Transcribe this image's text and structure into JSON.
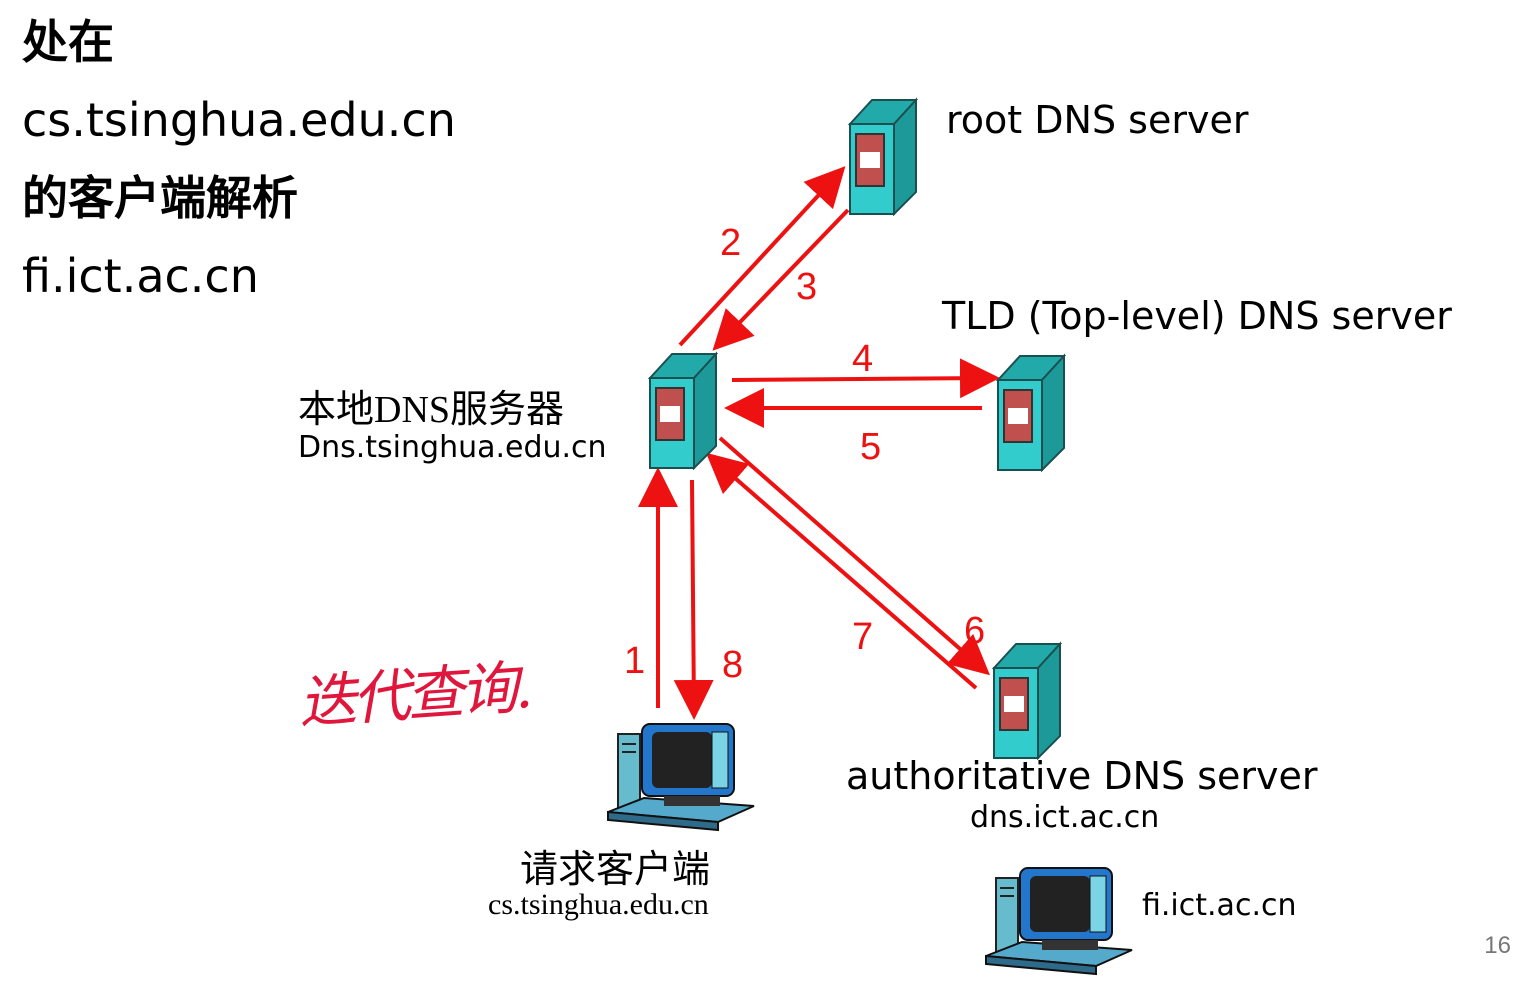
{
  "title": {
    "line1": "处在",
    "line2": "cs.tsinghua.edu.cn",
    "line3": "的客户端解析",
    "line4": "fi.ict.ac.cn"
  },
  "nodes": {
    "root": {
      "label": "root DNS server"
    },
    "tld": {
      "label": "TLD (Top-level) DNS server"
    },
    "local": {
      "label": "本地DNS服务器",
      "host": "Dns.tsinghua.edu.cn"
    },
    "authoritative": {
      "label": "authoritative DNS server",
      "host": "dns.ict.ac.cn"
    },
    "client": {
      "label": "请求客户端",
      "host": "cs.tsinghua.edu.cn"
    },
    "target": {
      "host": "fi.ict.ac.cn"
    }
  },
  "steps": [
    "1",
    "2",
    "3",
    "4",
    "5",
    "6",
    "7",
    "8"
  ],
  "annotation": "迭代查询.",
  "page_number": "16",
  "colors": {
    "arrow": "#ee1111",
    "server_face": "#33cccc",
    "server_panel": "#c0504d",
    "annotation": "#e0163c"
  }
}
